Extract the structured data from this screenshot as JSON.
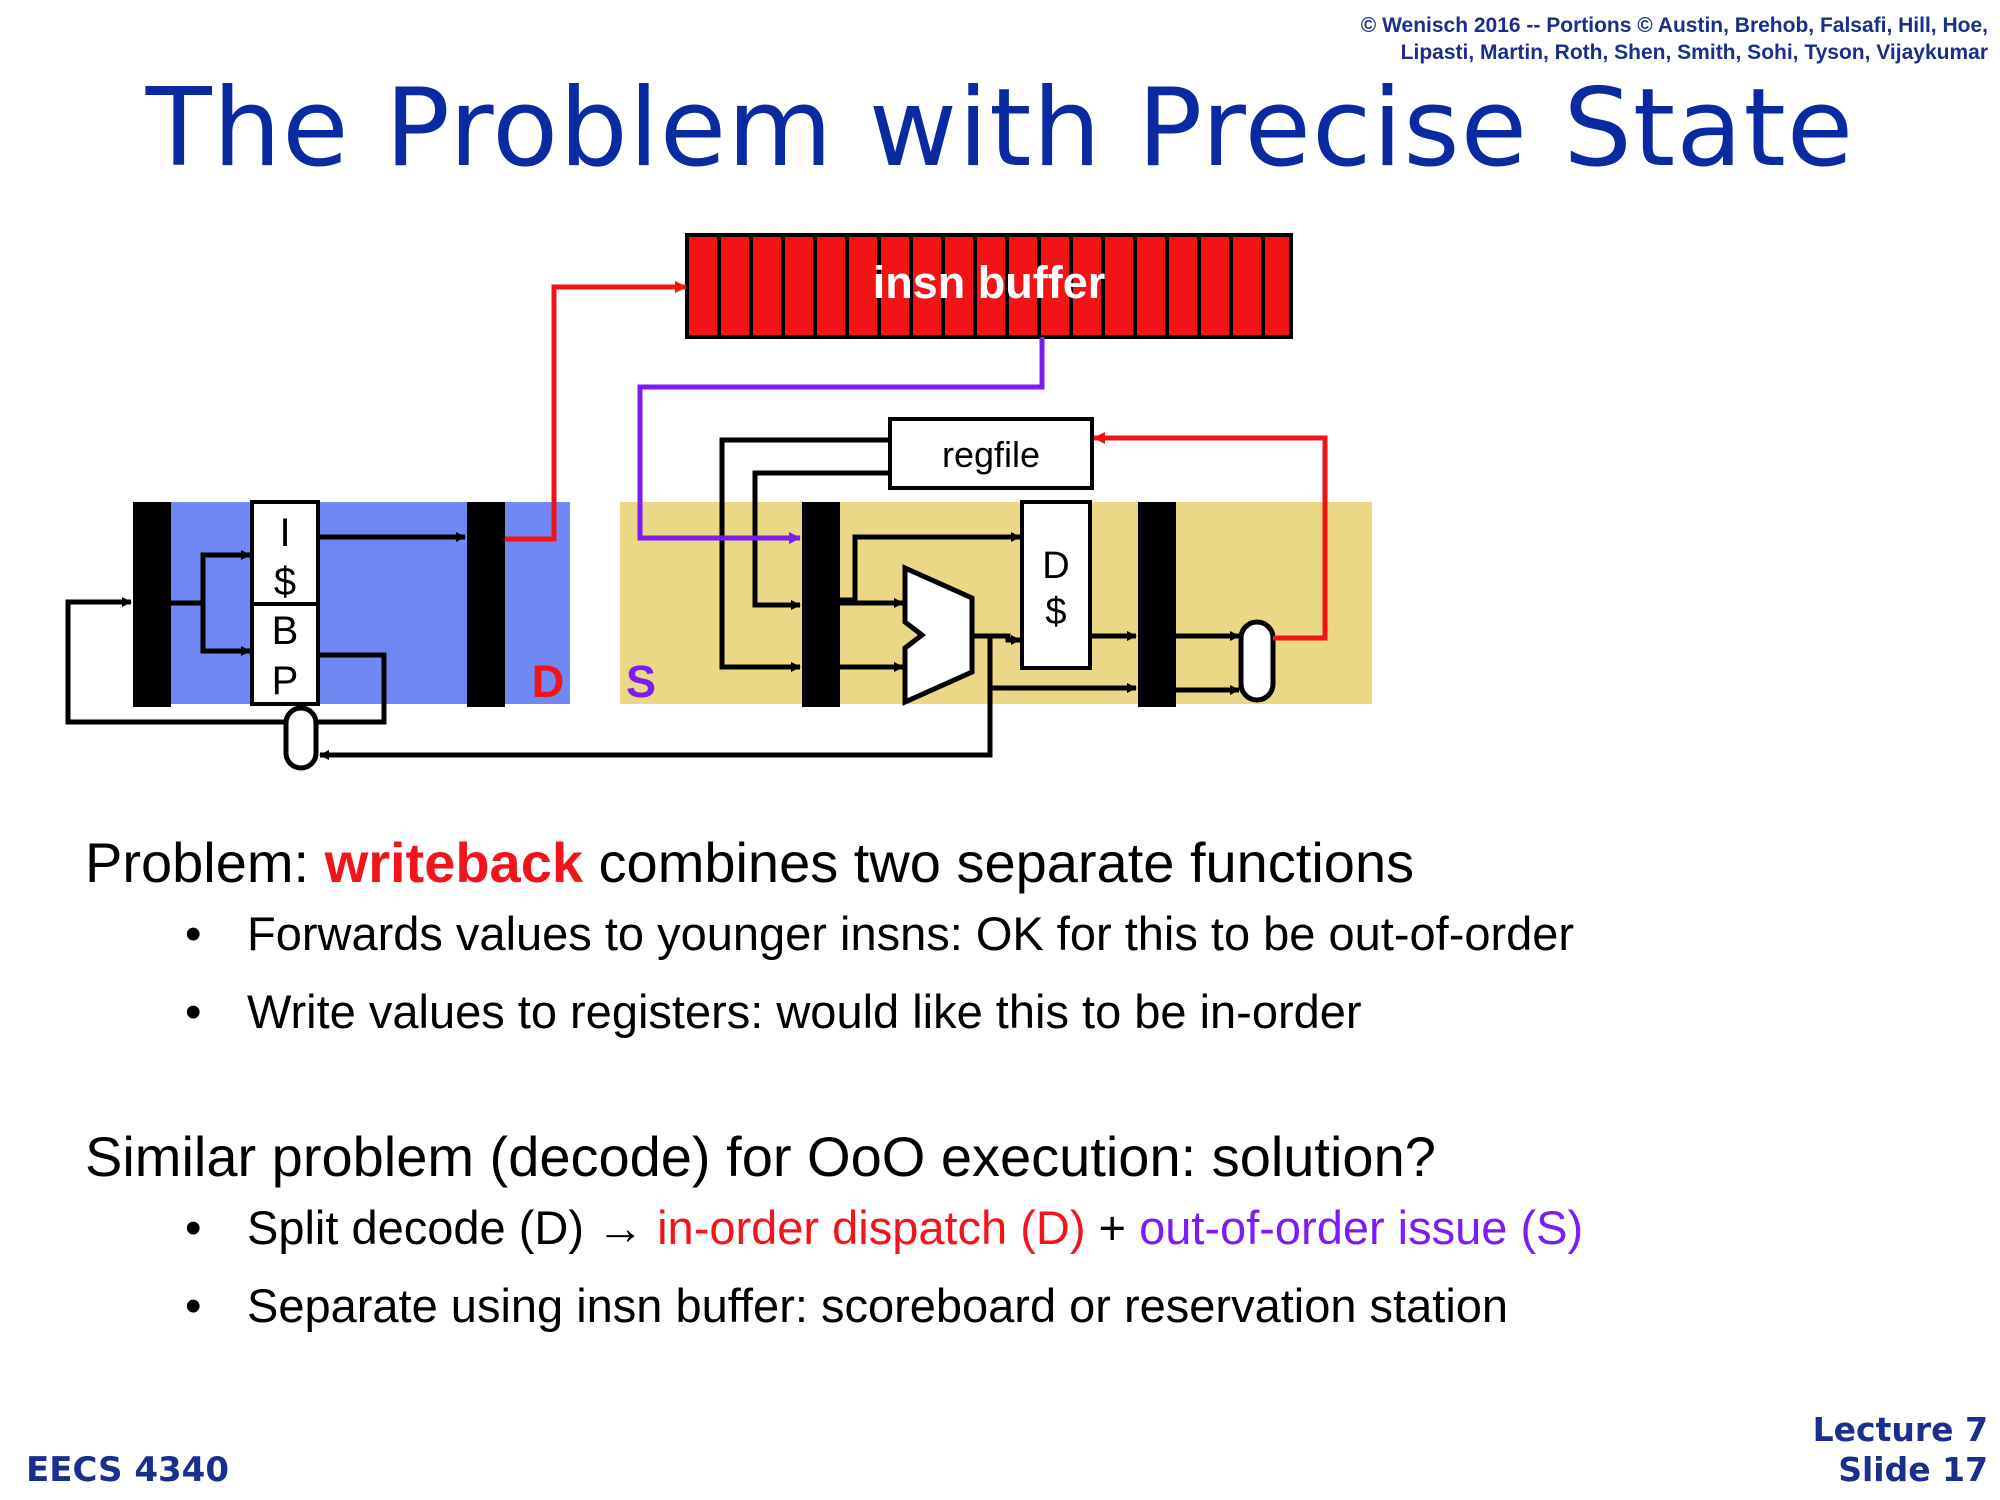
{
  "header": {
    "copyright_line1": "© Wenisch 2016 -- Portions © Austin, Brehob, Falsafi, Hill, Hoe,",
    "copyright_line2": "Lipasti, Martin, Roth, Shen, Smith, Sohi, Tyson, Vijaykumar"
  },
  "slide": {
    "title": "The Problem with Precise State"
  },
  "diagram": {
    "insn_buffer_label": "insn buffer",
    "regfile_label": "regfile",
    "icache_label": [
      "I",
      "$"
    ],
    "bp_label": [
      "B",
      "P"
    ],
    "dcache_label": [
      "D",
      "$"
    ],
    "stage_d_label": "D",
    "stage_s_label": "S",
    "colors": {
      "fetch_region": "#7088f4",
      "issue_region": "#ead886",
      "insn_buffer": "#f21414",
      "red_path": "#f21414",
      "purple_path": "#7b1df2"
    }
  },
  "content": {
    "problem_prefix": "Problem: ",
    "problem_keyword": "writeback",
    "problem_suffix": " combines two separate functions",
    "bullet1": "Forwards values to younger insns: OK for this to be out-of-order",
    "bullet2": "Write values to registers: would like this to be in-order",
    "similar": "Similar problem (decode) for OoO execution: solution?",
    "bullet3_prefix": "Split decode (D) → ",
    "bullet3_red": "in-order dispatch (D)",
    "bullet3_mid": " + ",
    "bullet3_purple": "out-of-order issue (S)",
    "bullet4": "Separate using insn buffer: scoreboard or reservation station"
  },
  "footer": {
    "course": "EECS 4340",
    "lecture": "Lecture 7",
    "slide_number": "Slide 17"
  }
}
